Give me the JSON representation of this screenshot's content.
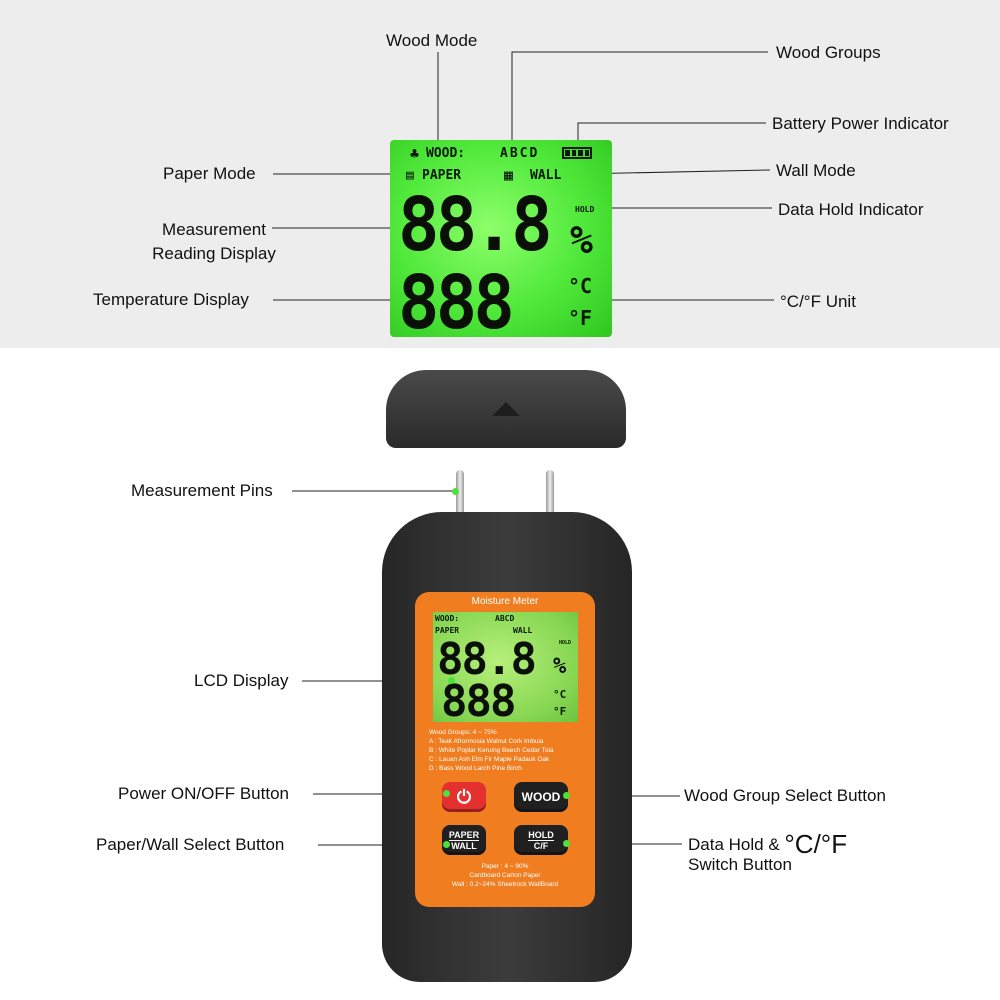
{
  "labels": {
    "wood_mode": "Wood Mode",
    "wood_groups": "Wood Groups",
    "battery_power_indicator": "Battery Power Indicator",
    "paper_mode": "Paper Mode",
    "wall_mode": "Wall Mode",
    "measurement_reading_display": "Measurement Reading Display",
    "data_hold_indicator": "Data Hold Indicator",
    "temperature_display": "Temperature Display",
    "unit": "°C/°F  Unit",
    "measurement_pins": "Measurement Pins",
    "lcd_display": "LCD Display",
    "power_button": "Power ON/OFF Button",
    "wood_group_select_button": "Wood Group Select Button",
    "paper_wall_select_button": "Paper/Wall  Select Button",
    "data_hold_switch_line1": "Data Hold &",
    "data_hold_switch_unit": "°C/°F",
    "data_hold_switch_line2": "Switch Button"
  },
  "lcd": {
    "wood": "WOOD:",
    "groups": "ABCD",
    "paper": "PAPER",
    "wall": "WALL",
    "hold": "HOLD",
    "reading": "88.8",
    "percent": "%",
    "temperature": "888",
    "celsius": "°C",
    "fahrenheit": "°F"
  },
  "device": {
    "title": "Moisture Meter",
    "wood_groups_header": "Wood Groups:  4 ~ 75%",
    "wood_group_lines": [
      "A : Teak Afrormosia Walnut Cork Imbuia",
      "B : White Poplar Keruing Beech Cedar Tola",
      "C : Lauan Ash Elm Fir Maple Padauk Oak",
      "D : Bass Wood Larch Pine Birch"
    ],
    "power_symbol": "⏻",
    "wood_button": "WOOD",
    "paper_button_top": "PAPER",
    "paper_button_bottom": "WALL",
    "hold_button_top": "HOLD",
    "hold_button_bottom": "C/F",
    "paper_info": [
      "Paper : 4 ~ 90%",
      "Cardboard  Carton  Paper",
      "Wall : 0.2~24% Sheetrock WallBoard"
    ]
  },
  "colors": {
    "lcd_green": "#4fe83a",
    "panel_orange": "#f07d20",
    "power_red": "#e53030",
    "body_dark": "#2a2a2a"
  }
}
